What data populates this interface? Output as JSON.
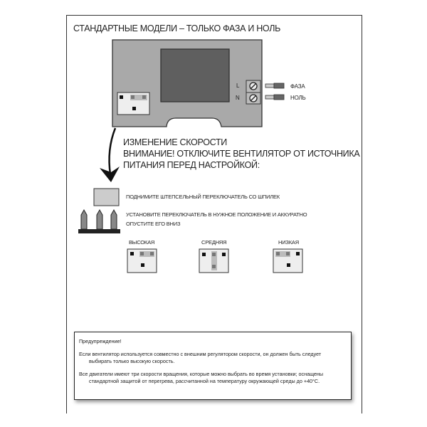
{
  "title": "СТАНДАРТНЫЕ МОДЕЛИ – ТОЛЬКО ФАЗА И НОЛЬ",
  "device": {
    "terminal_l": "L",
    "terminal_n": "N",
    "wire_phase": "ФАЗА",
    "wire_neutral": "НОЛЬ"
  },
  "speed_change": {
    "line1": "ИЗМЕНЕНИЕ СКОРОСТИ",
    "line2": "ВНИМАНИЕ! ОТКЛЮЧИТЕ ВЕНТИЛЯТОР ОТ ИСТОЧНИКА",
    "line3": "ПИТАНИЯ ПЕРЕД НАСТРОЙКОЙ:"
  },
  "steps": {
    "step1": "ПОДНИМИТЕ ШТЕПСЕЛЬНЫЙ ПЕРЕКЛЮЧАТЕЛЬ СО ШПИЛЕК",
    "step2_line1": "УСТАНОВИТЕ ПЕРЕКЛЮЧАТЕЛЬ В НУЖНОЕ ПОЛОЖЕНИЕ И АККУРАТНО",
    "step2_line2": "ОПУСТИТЕ ЕГО ВНИЗ"
  },
  "speeds": {
    "high": "ВЫСОКАЯ",
    "medium": "СРЕДНЯЯ",
    "low": "НИЗКАЯ"
  },
  "warning": {
    "title": "Предупреждение!",
    "p1a": "Если вентилятор используется совместно с внешним регулятором скорости, он должен быть следует",
    "p1b": "выбирать только высокую скорость.",
    "p2a": "Все двигатели имеют три скорости вращения, которые можно выбрать во время установки; оснащены",
    "p2b": "стандартной защитой от перегрева, рассчитанной на температуру окружающей среды до +40°C."
  }
}
